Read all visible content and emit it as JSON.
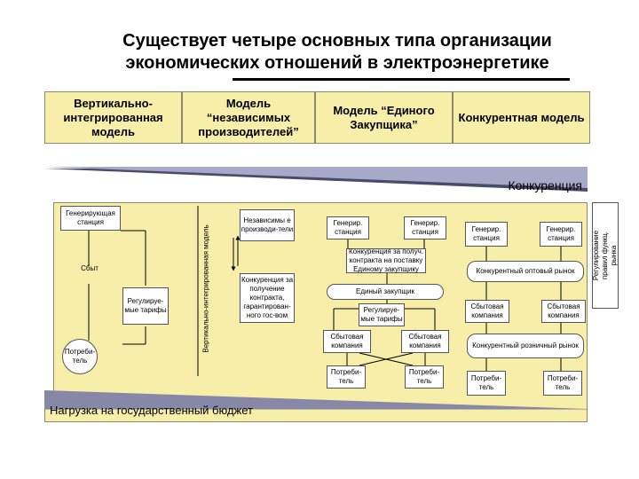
{
  "title": {
    "line1": "Существует четыре основных типа организации",
    "line2": "экономических отношений в электроэнергетике"
  },
  "headers": [
    "Вертикально-интегрированная модель",
    "Модель “независимых производителей”",
    "Модель “Единого Закупщика”",
    "Конкурентная модель"
  ],
  "competition_label": "Конкуренция",
  "model1": {
    "generating": "Генерирующая станция",
    "sale": "Сбыт",
    "regulated": "Регулируе-мые тарифы",
    "consumer": "Потреби-тель",
    "vertical_label": "Вертикально-интегрированная модель"
  },
  "model2": {
    "independent": "Независимы е производи-тели",
    "competition": "Конкуренция за получение контракта, гарантирован-ного гос-вом"
  },
  "model3": {
    "gen1": "Генерир. станция",
    "gen2": "Генерир. станция",
    "contract_competition": "Конкуренция за получ. контракта на поставку Единому закупщику",
    "single_buyer": "Единый закупщик",
    "regulated": "Регулируе-мые тарифы",
    "supply1": "Сбытовая компания",
    "supply2": "Сбытовая компания",
    "consumer1": "Потреби-тель",
    "consumer2": "Потреби-тель"
  },
  "model4": {
    "gen1": "Генерир. станция",
    "gen2": "Генерир. станция",
    "wholesale": "Конкурентный оптовый рынок",
    "supply1": "Сбытовая компания",
    "supply2": "Сбытовая компания",
    "retail": "Конкурентный розничный рынок",
    "consumer1": "Потреби-тель",
    "consumer2": "Потреби-тель",
    "regulation": "Регулирование правил функц. рынка"
  },
  "budget_label": "Нагрузка на государственный бюджет",
  "colors": {
    "panel": "#f7eea9",
    "wedge": "#6b6b8a"
  }
}
